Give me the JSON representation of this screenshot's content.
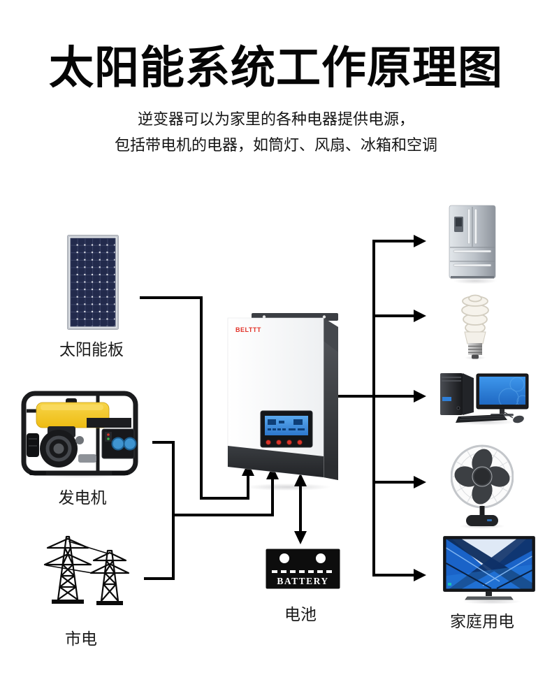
{
  "header": {
    "title": "太阳能系统工作原理图",
    "subtitle_line1": "逆变器可以为家里的各种电器提供电源，",
    "subtitle_line2": "包括带电机的电器，如筒灯、风扇、冰箱和空调"
  },
  "nodes": {
    "solar_panel": {
      "label": "太阳能板",
      "icon": "solar-panel-icon"
    },
    "generator": {
      "label": "发电机",
      "icon": "generator-icon"
    },
    "utility_power": {
      "label": "市电",
      "icon": "transmission-towers-icon"
    },
    "inverter": {
      "brand": "BELTTT",
      "icon": "inverter-icon"
    },
    "battery": {
      "label": "电池",
      "device_text": "BATTERY",
      "icon": "battery-icon"
    },
    "household_loads": {
      "label": "家庭用电",
      "icons": [
        "refrigerator-icon",
        "cfl-bulb-icon",
        "desktop-computer-icon",
        "table-fan-icon",
        "television-icon"
      ]
    }
  },
  "colors": {
    "line_black": "#000000",
    "brand_red": "#e23127",
    "panel_navy": "#222a4c",
    "generator_yellow": "#f0c11d",
    "screen_blue": "#2f85dd"
  }
}
